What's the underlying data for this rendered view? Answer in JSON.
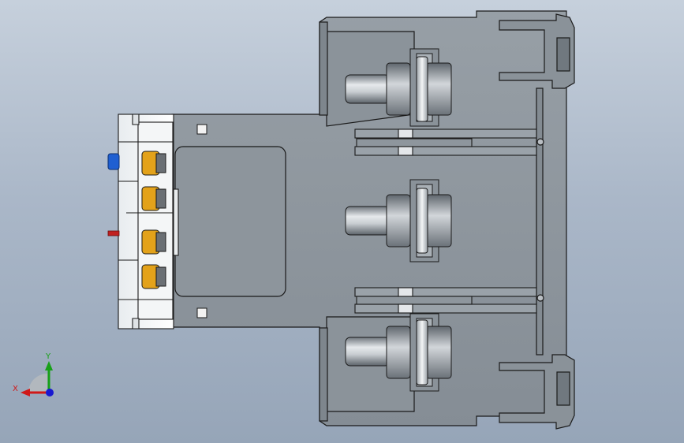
{
  "viewport": {
    "background_top": "#c6d0dc",
    "background_bottom": "#96a5b8",
    "model_color": "#8f979e",
    "outline_color": "#1a1a1a"
  },
  "parts": {
    "terminals": [
      "top",
      "middle",
      "bottom"
    ],
    "indicator_button_color": "#1f5fd1",
    "trip_pin_color": "#c02020",
    "spring_color": "#e3a21a"
  },
  "triad": {
    "x_label": "X",
    "y_label": "Y",
    "x_color": "#d01818",
    "y_color": "#18a018",
    "z_color": "#1818d0"
  }
}
